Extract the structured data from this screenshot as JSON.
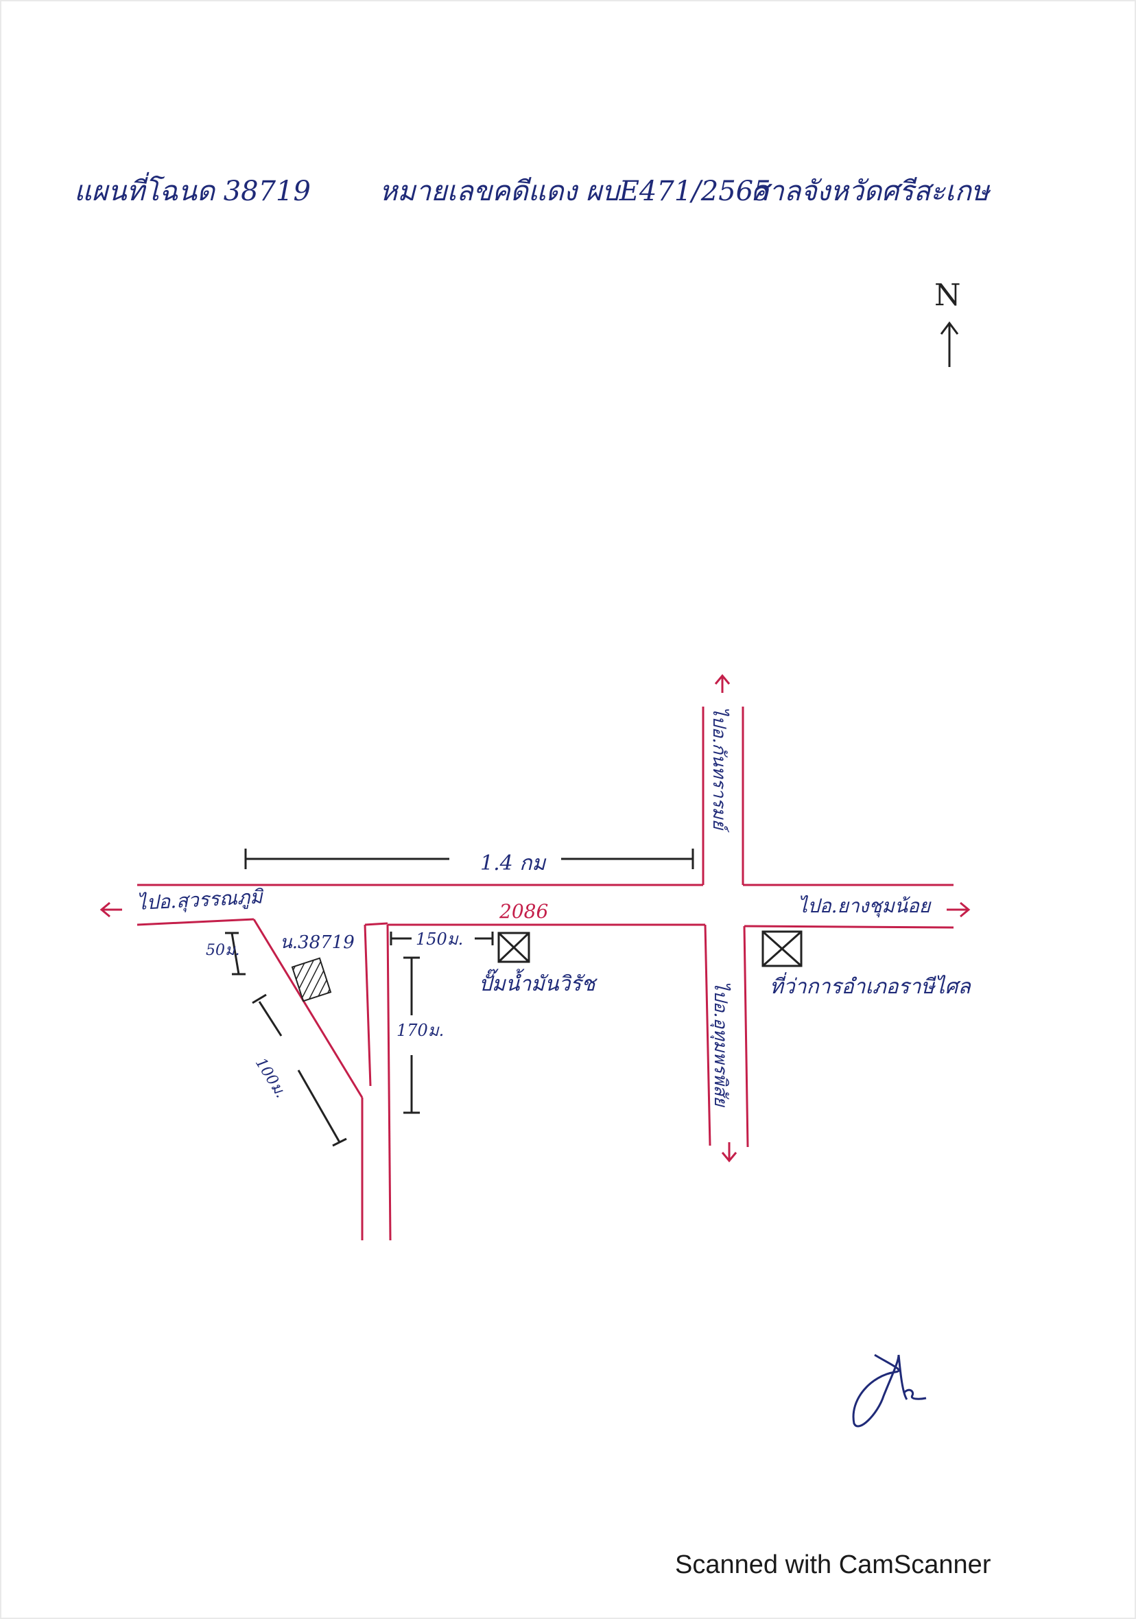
{
  "header": {
    "map_title": "แผนที่โฉนด 38719",
    "case_number": "หมายเลขคดีแดง ผบE471/2565",
    "court": "ศาลจังหวัดศรีสะเกษ"
  },
  "north_arrow": {
    "label": "N",
    "icon": "north-arrow-icon"
  },
  "map": {
    "roads": {
      "main_road_number": "2086",
      "distance_top": "1.4 กม",
      "to_west": "ไปอ.สุวรรณภูมิ",
      "to_east": "ไปอ.ยางชุมน้อย",
      "to_north": "ไปอ.กันทรารมย์",
      "to_south": "ไปอ.อุทุมพรพิสัย"
    },
    "parcel_label": "น.38719",
    "measurements": {
      "m50": "50ม.",
      "m100": "100ม.",
      "m150": "150ม.",
      "m170": "170ม."
    },
    "landmarks": {
      "gas_station": "ปั๊มน้ำมันวิรัช",
      "district_office": "ที่ว่าการอำเภอราษีไศล"
    },
    "colors": {
      "road": "#c41f4a",
      "ink": "#1f2a78",
      "black": "#222222"
    }
  },
  "signature": {
    "icon": "signature-mark"
  },
  "footer": {
    "text": "Scanned with CamScanner"
  }
}
